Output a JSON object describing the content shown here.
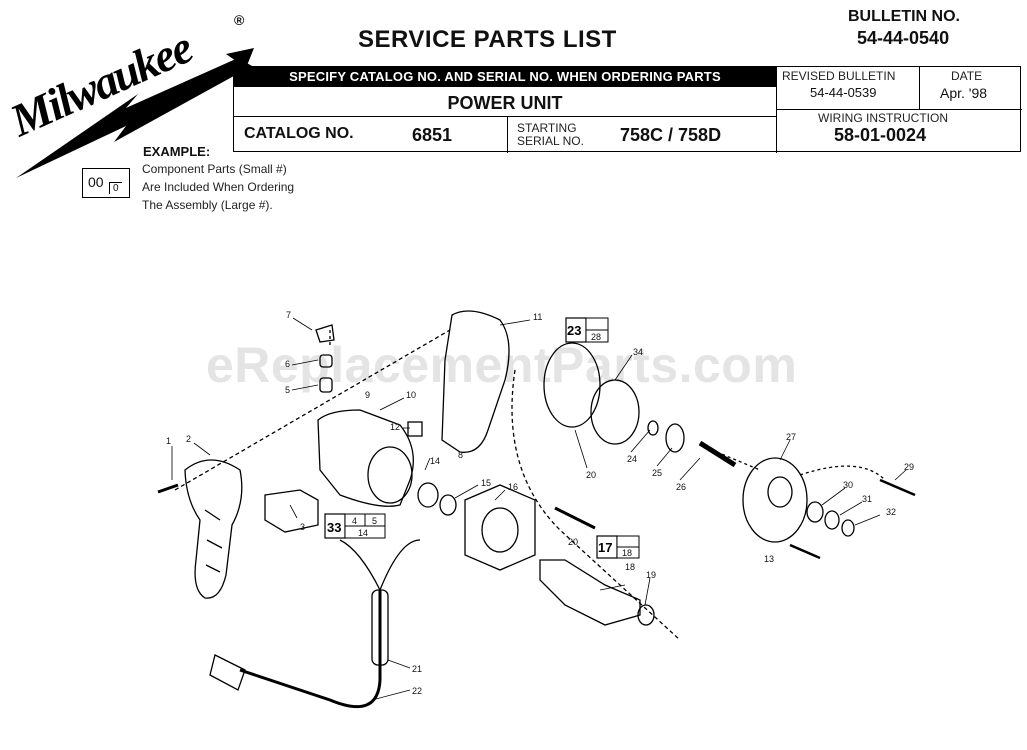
{
  "header": {
    "brand": "Milwaukee",
    "title": "SERVICE PARTS LIST",
    "bulletin_label": "BULLETIN NO.",
    "bulletin_no": "54-44-0540",
    "spec_notice": "SPECIFY CATALOG NO. AND SERIAL NO. WHEN ORDERING PARTS",
    "unit_name": "POWER UNIT",
    "catalog_label": "CATALOG NO.",
    "catalog_no": "6851",
    "starting_label_1": "STARTING",
    "starting_label_2": "SERIAL NO.",
    "serial_no": "758C / 758D",
    "revised_label": "REVISED BULLETIN",
    "revised_value": "54-44-0539",
    "date_label": "DATE",
    "date_value": "Apr. '98",
    "wiring_label": "WIRING INSTRUCTION",
    "wiring_value": "58-01-0024"
  },
  "example": {
    "label": "EXAMPLE:",
    "big_number": "00",
    "small_number": "0",
    "line1": "Component Parts (Small #)",
    "line2": "Are Included When Ordering",
    "line3": "The Assembly (Large #)."
  },
  "watermark": "eReplacementParts.com",
  "parts": {
    "p1": "1",
    "p2": "2",
    "p3": "3",
    "p4": "4",
    "p5": "5",
    "p6": "6",
    "p7": "7",
    "p8": "8",
    "p9": "9",
    "p10": "10",
    "p11": "11",
    "p12": "12",
    "p13": "13",
    "p14": "14",
    "p15": "15",
    "p16": "16",
    "p17": "17",
    "p18": "18",
    "p19": "19",
    "p20a": "20",
    "p20b": "20",
    "p21": "21",
    "p22": "22",
    "p23": "23",
    "p24": "24",
    "p25": "25",
    "p26": "26",
    "p27": "27",
    "p28": "28",
    "p29": "29",
    "p30": "30",
    "p31": "31",
    "p32": "32",
    "p33": "33",
    "p34": "34"
  },
  "assemblies": {
    "a33": "33",
    "a33_c1": "4",
    "a33_c2": "5",
    "a33_c3": "14",
    "a23": "23",
    "a23_c1": "28",
    "a17": "17",
    "a17_c1": "18"
  }
}
